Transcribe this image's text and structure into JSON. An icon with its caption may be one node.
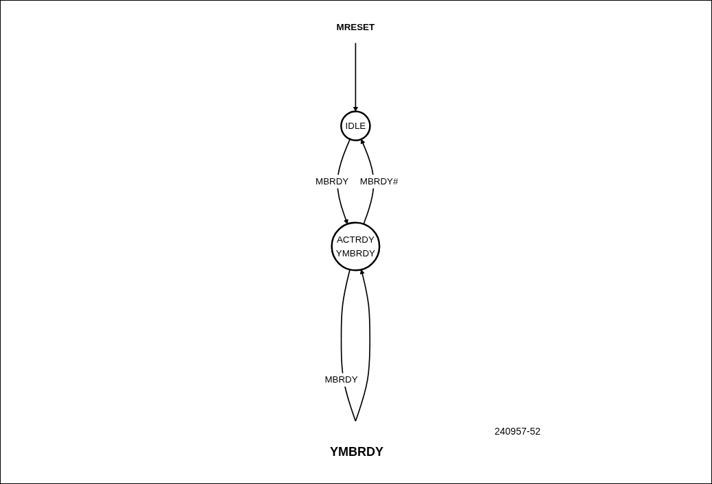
{
  "diagram": {
    "caption": "YMBRDY",
    "nodes": [
      {
        "text": [
          "MRESET"
        ]
      },
      {
        "text": [
          "IDLE"
        ]
      },
      {
        "text": [
          "ACTRDY",
          "YMBRDY"
        ]
      }
    ],
    "edges": [
      {
        "from": 0,
        "to": 1,
        "arrow": "to"
      },
      {
        "from": 1,
        "to": 2,
        "label": "MBRDY",
        "arrow": "to"
      },
      {
        "from": 2,
        "to": 1,
        "label": "MBRDY#",
        "arrow": "to"
      },
      {
        "from": 2,
        "to": 2,
        "label": "MBRDY",
        "arrow": "to"
      }
    ],
    "labels": [
      "240957-52"
    ]
  }
}
